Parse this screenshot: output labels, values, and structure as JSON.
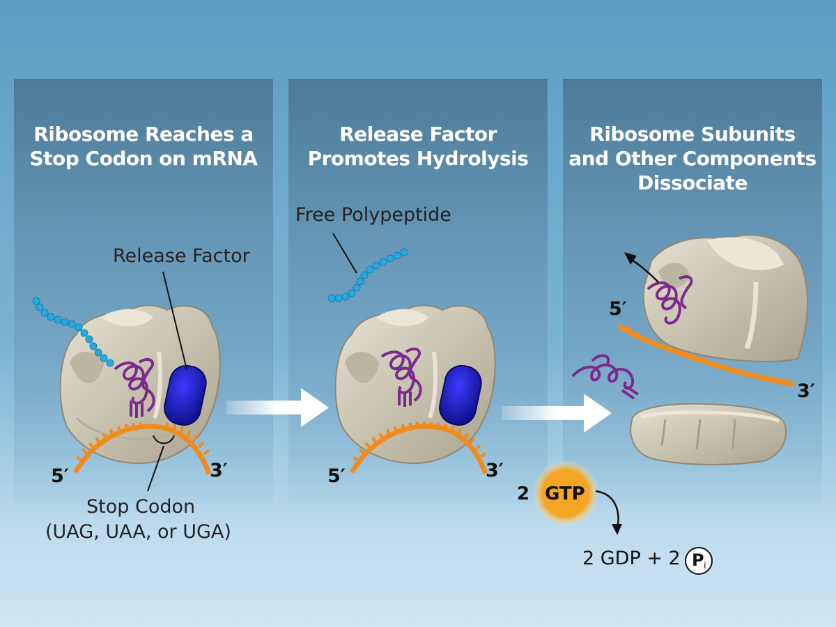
{
  "panels": [
    {
      "title_line1": "Ribosome Reaches a",
      "title_line2": "Stop Codon on mRNA",
      "title_line3": ""
    },
    {
      "title_line1": "Release Factor",
      "title_line2": "Promotes Hydrolysis",
      "title_line3": ""
    },
    {
      "title_line1": "Ribosome Subunits",
      "title_line2": "and Other Components",
      "title_line3": "Dissociate"
    }
  ],
  "labels": {
    "release_factor": "Release Factor",
    "stop_codon": "Stop Codon",
    "stop_codon_list": "(UAG, UAA, or UGA)",
    "free_polypeptide": "Free Polypeptide",
    "five_prime": "5′",
    "three_prime": "3′"
  },
  "gtp": {
    "coefficient": "2",
    "name": "GTP",
    "products": "2 GDP + 2",
    "phosphate_letter": "P",
    "phosphate_subscript": "i"
  },
  "colors": {
    "background": "#7bb3d3",
    "panel": "#4d7a98",
    "ribosome": "#cfc8b4",
    "mrna": "#f08c1e",
    "trna": "#7a2a8c",
    "release_factor": "#1e1ecc",
    "polypeptide": "#29a8e0",
    "gtp_burst": "#f5a524"
  }
}
